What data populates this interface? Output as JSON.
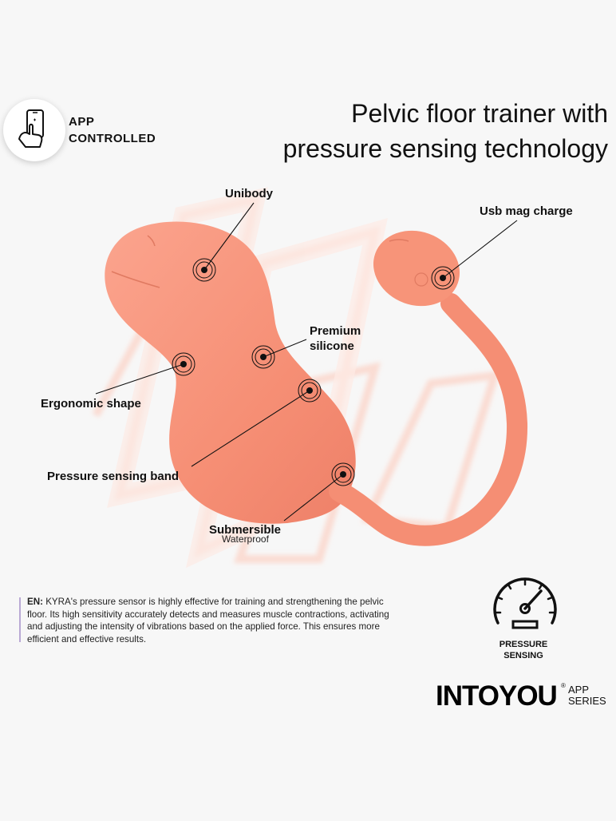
{
  "badge": {
    "line1": "APP",
    "line2": "CONTROLLED",
    "icon": "phone-touch-icon"
  },
  "headline": {
    "line1": "Pelvic floor trainer with",
    "line2": "pressure sensing technology"
  },
  "features": {
    "unibody": "Unibody",
    "usb": "Usb mag charge",
    "premium1": "Premium",
    "premium2": "silicone",
    "ergonomic": "Ergonomic shape",
    "pressure_band": "Pressure sensing band",
    "submersible": "Submersible",
    "waterproof": "Waterproof"
  },
  "description": {
    "prefix": "EN:",
    "text": "KYRA's pressure sensor is highly effective for training and strengthening the pelvic floor. Its high sensitivity accurately detects and measures muscle contractions, activating and adjusting the intensity of vibrations based on the applied force. This ensures more efficient and effective results."
  },
  "pressure": {
    "line1": "PRESSURE",
    "line2": "SENSING",
    "icon": "gauge-icon"
  },
  "brand": {
    "name": "INTOYOU",
    "reg": "®",
    "app": "APP",
    "series": "SERIES"
  },
  "colors": {
    "product": "#f6937a",
    "product_dark": "#e9755d",
    "background": "#f7f7f7"
  }
}
